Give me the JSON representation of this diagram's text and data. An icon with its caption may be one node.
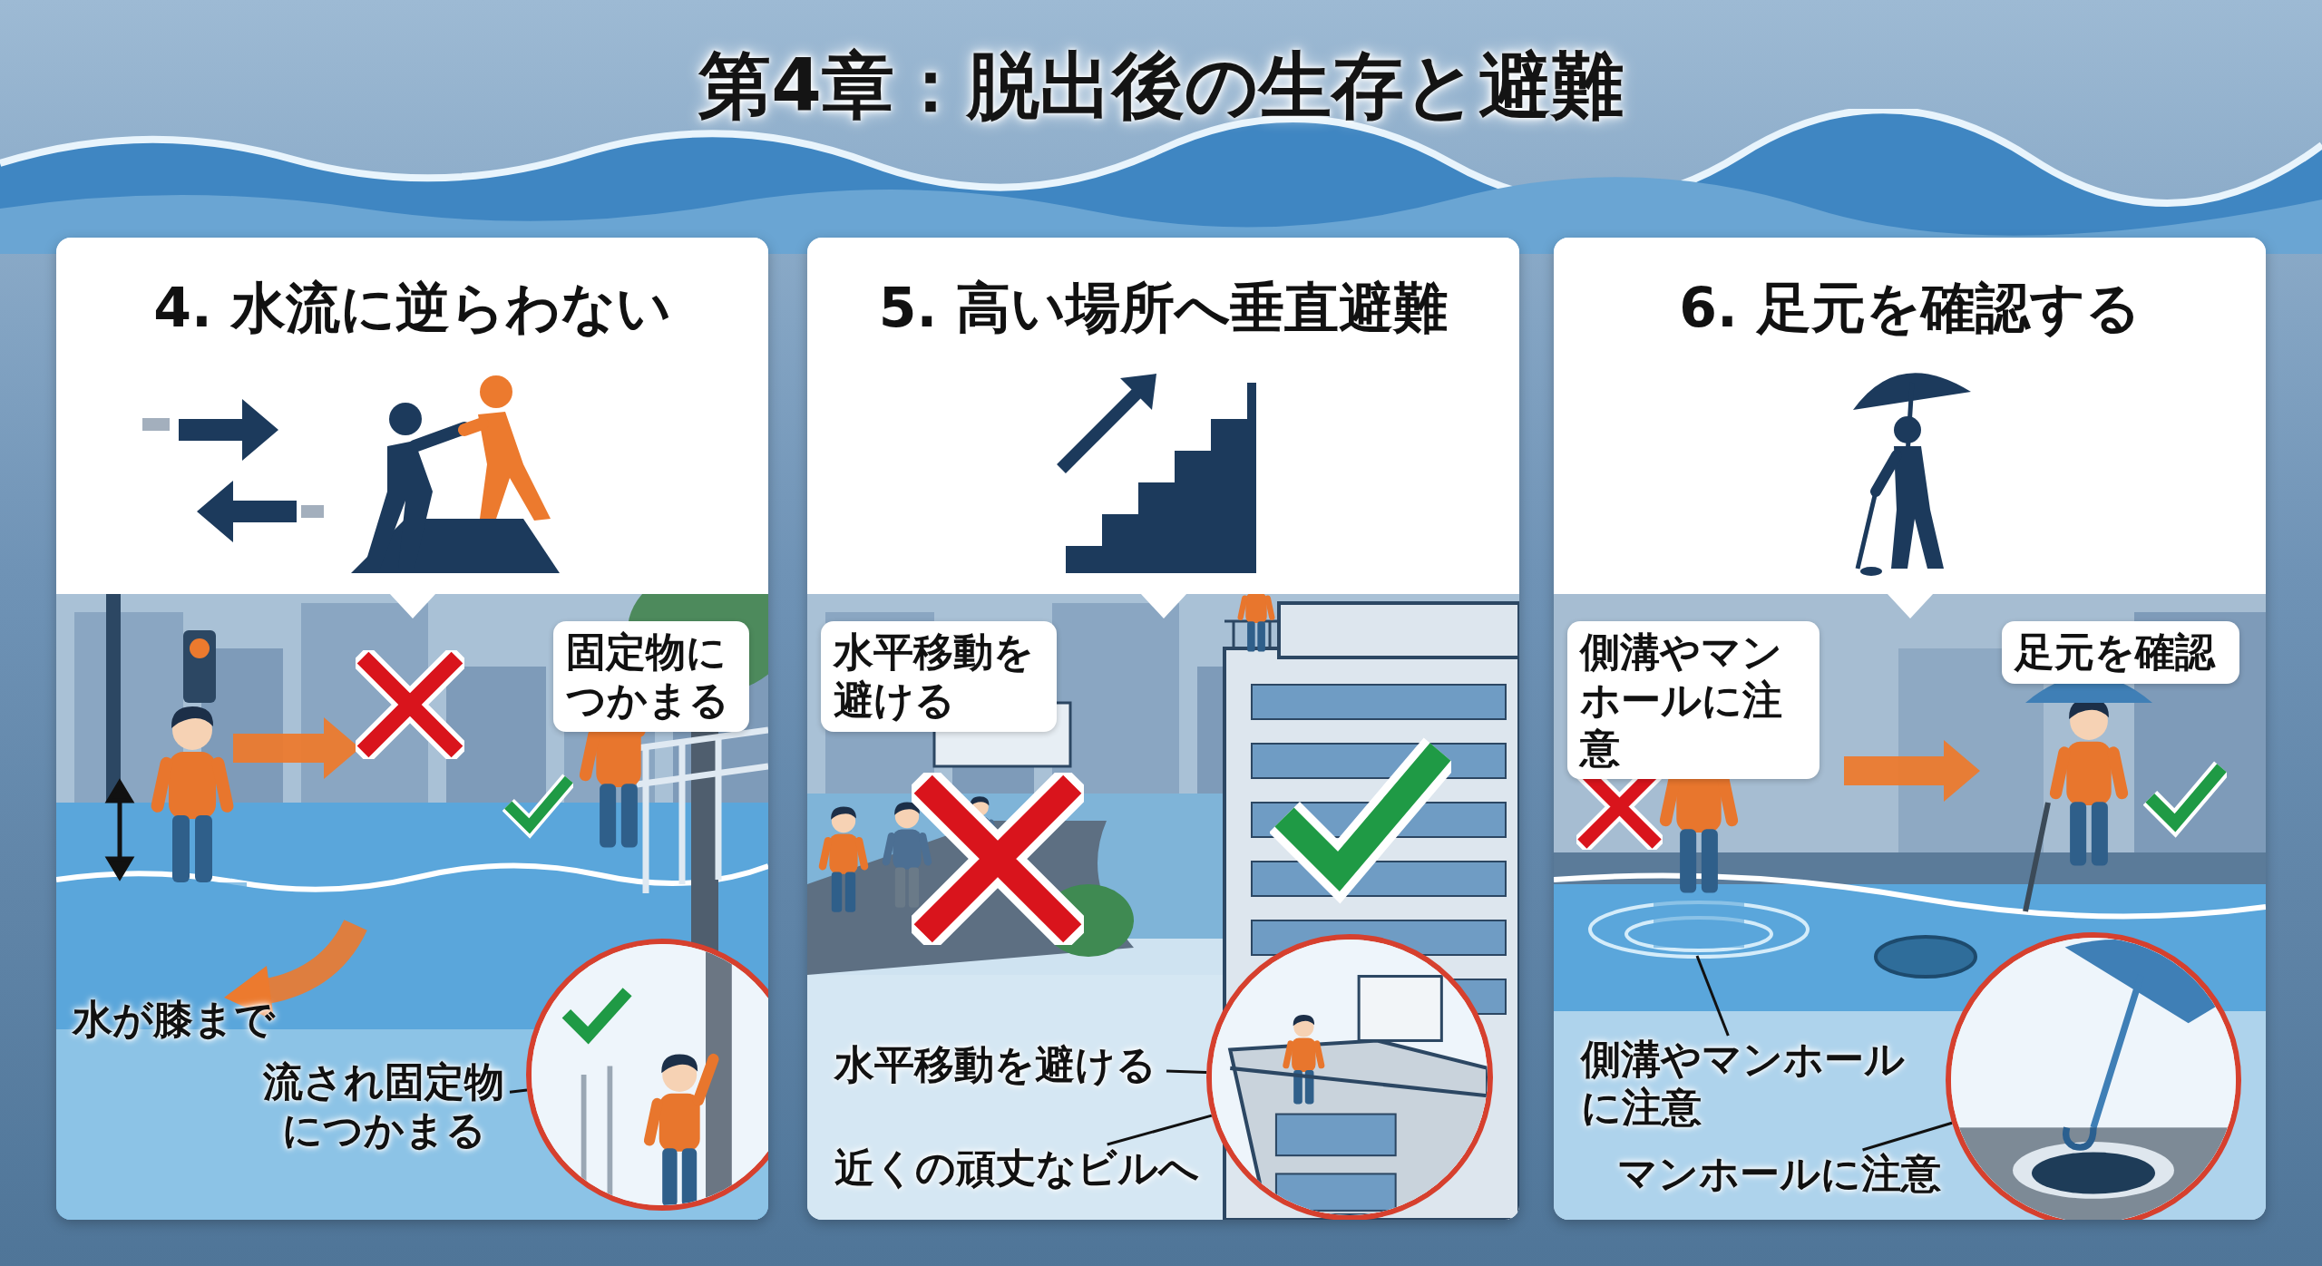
{
  "diagram": {
    "title": "第4章：脱出後の生存と避難",
    "nodes": [
      {
        "text": [
          "4. 水流に逆らわない"
        ]
      },
      {
        "text": [
          "固定物につかまる"
        ],
        "in": 0
      },
      {
        "text": [
          "流され固定物につかまる"
        ],
        "in": 0
      },
      {
        "text": [],
        "shape": "picture",
        "in": 0
      },
      {
        "text": [
          "5. 高い場所へ垂直避難"
        ]
      },
      {
        "text": [
          "水平移動を避ける"
        ],
        "in": 4
      },
      {
        "text": [
          "水平移動を避ける"
        ],
        "in": 4
      },
      {
        "text": [
          "近くの頑丈なビルへ"
        ],
        "in": 4
      },
      {
        "text": [],
        "shape": "picture",
        "in": 4
      },
      {
        "text": [
          "6. 足元を確認する"
        ]
      },
      {
        "text": [
          "側溝やマンホールに注意"
        ],
        "in": 9
      },
      {
        "text": [
          "足元を確認"
        ],
        "in": 9
      },
      {
        "text": [
          "側溝やマンホールに注意"
        ],
        "in": 9
      },
      {
        "text": [
          "マンホールに注意"
        ],
        "in": 9
      },
      {
        "text": [],
        "shape": "picture",
        "in": 9
      }
    ],
    "edges": [
      {
        "from": 2,
        "to": 3,
        "arrow": "none"
      },
      {
        "from": 6,
        "to": 8,
        "arrow": "none"
      },
      {
        "from": 7,
        "to": 8,
        "arrow": "none"
      },
      {
        "from": 12,
        "to": null,
        "arrow": "none"
      },
      {
        "from": 13,
        "to": 14,
        "arrow": "none"
      }
    ],
    "labels": [
      "水が膝まで"
    ]
  }
}
